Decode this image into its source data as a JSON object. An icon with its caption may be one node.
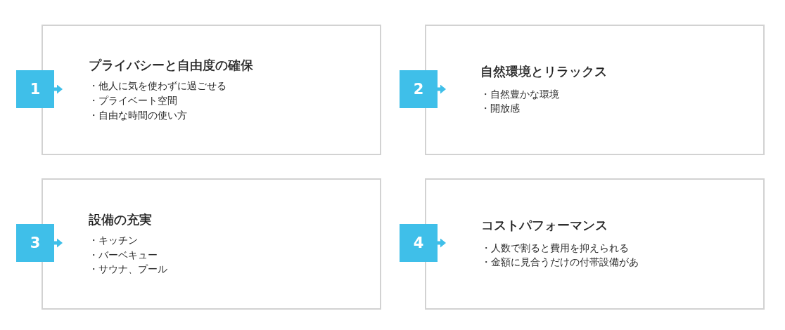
{
  "diagram": {
    "nodes": [
      {
        "text": [
          "1"
        ]
      },
      {
        "text": [
          "プライバシーと自由度の確保",
          "・他人に気を使わずに過ごせる",
          "・プライベート空間",
          "・自由な時間の使い方"
        ]
      },
      {
        "text": [
          "2"
        ]
      },
      {
        "text": [
          "自然環境とリラックス",
          "・自然豊かな環境",
          "・開放感"
        ]
      },
      {
        "text": [
          "3"
        ]
      },
      {
        "text": [
          "設備の充実",
          "・キッチン",
          "・バーベキュー",
          "・サウナ、プール"
        ]
      },
      {
        "text": [
          "4"
        ]
      },
      {
        "text": [
          "コストパフォーマンス",
          "・人数で割ると費用を抑えられる",
          "・金額に見合うだけの付帯設備があ"
        ]
      }
    ],
    "edges": [
      {
        "from": 0,
        "to": 1,
        "arrow": "to"
      },
      {
        "from": 2,
        "to": 3,
        "arrow": "to"
      },
      {
        "from": 4,
        "to": 5,
        "arrow": "to"
      },
      {
        "from": 6,
        "to": 7,
        "arrow": "to"
      }
    ]
  }
}
